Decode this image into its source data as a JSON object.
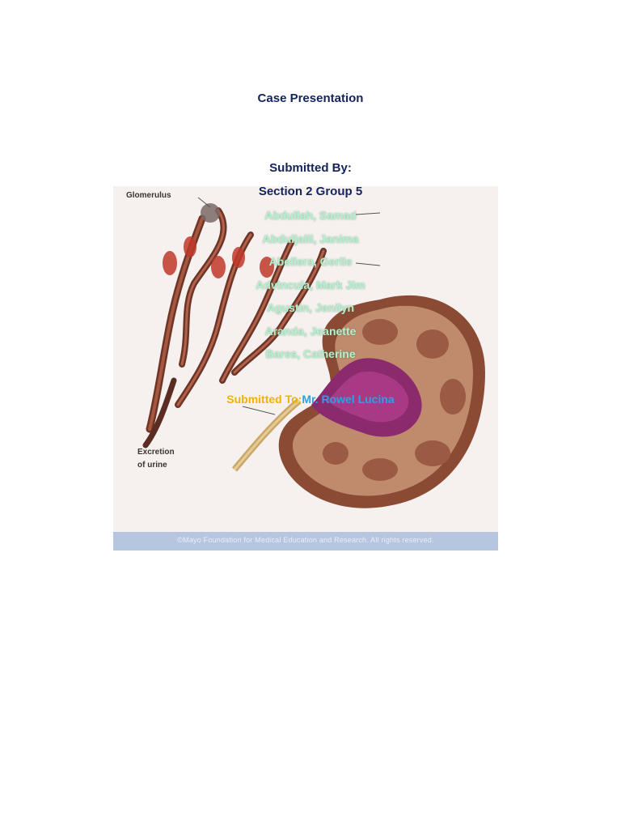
{
  "document": {
    "title": "Case Presentation",
    "submitted_by_label": "Submitted By:",
    "section_group": "Section 2 Group 5",
    "members": [
      "Abdullah, Samad",
      "Abduljalil, Janima",
      "Abellera, Gerile",
      "Advincula, Mark Jim",
      "Agustin, Jenilyn",
      "Aranda, Jeanette",
      "Bares, Catherine"
    ],
    "submitted_to_label": "Submitted To:",
    "submitted_to_name": "Mr. Rowel Lucina"
  },
  "illustration": {
    "labels": {
      "glomerulus": "Glomerulus",
      "excretion_line1": "Excretion",
      "excretion_line2": "of urine"
    },
    "caption": "©Mayo Foundation for Medical Education and Research. All rights reserved."
  },
  "colors": {
    "title": "#14235a",
    "members": "#b3f0cd",
    "submitted_to_label": "#f0b400",
    "submitted_to_name": "#26a3e6",
    "kidney_outer": "#8a4a34",
    "kidney_pelvis": "#8c2a6e"
  }
}
